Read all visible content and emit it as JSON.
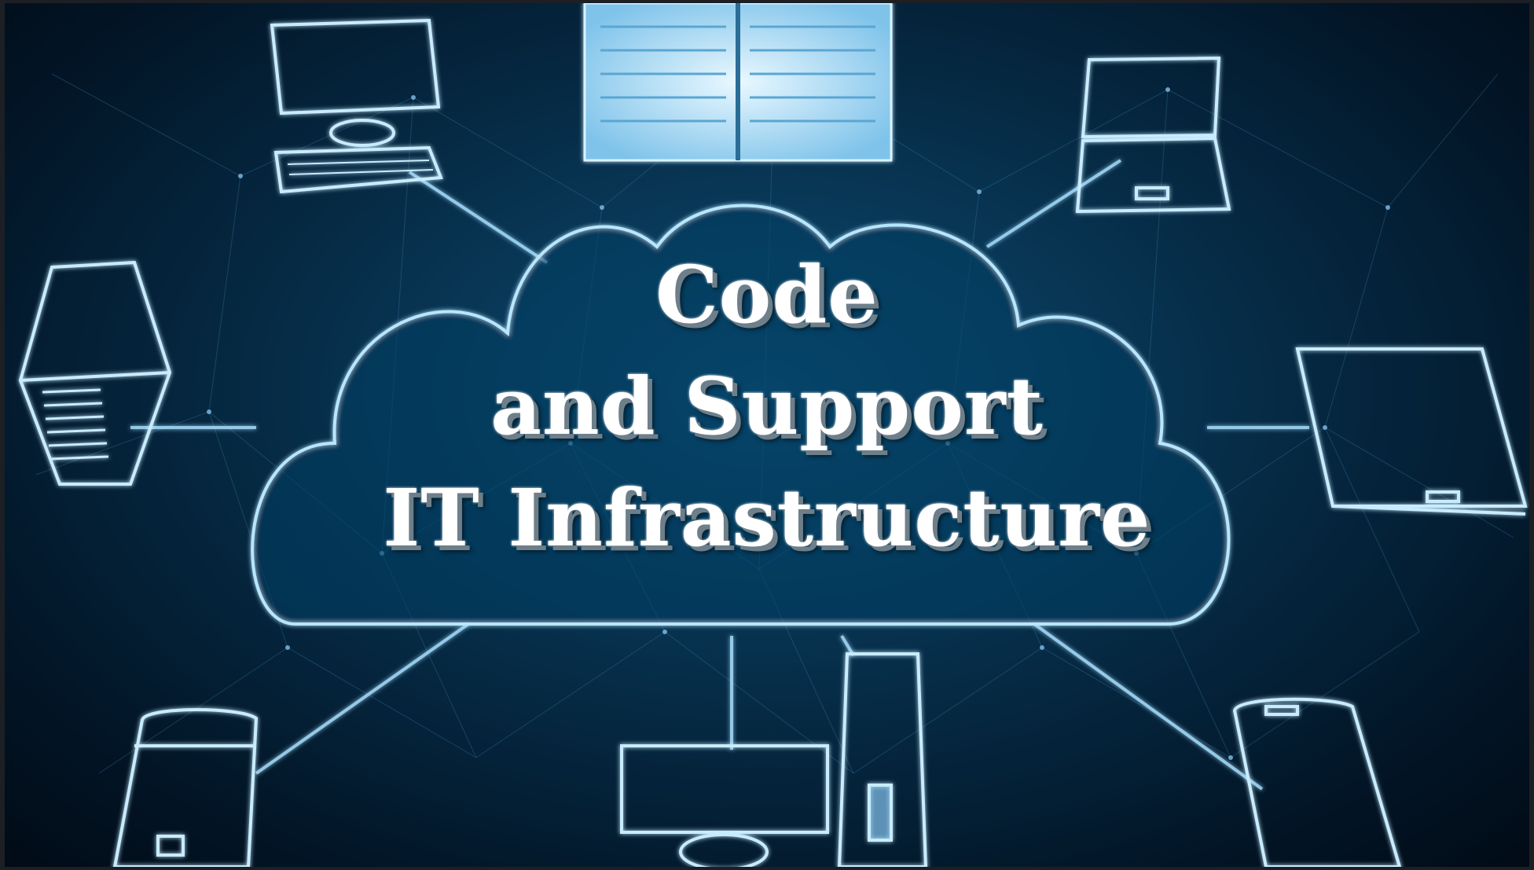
{
  "headline": {
    "line1": "Code",
    "line2": "and Support",
    "line3": "IT Infrastructure"
  },
  "icons": {
    "top_left": "desktop-computer-icon",
    "top_center": "server-rack-icon",
    "top_right": "laptop-icon",
    "mid_left": "tower-server-icon",
    "mid_right": "laptop-icon",
    "bottom_left": "smartphone-icon",
    "bottom_center_left": "desktop-monitor-icon",
    "bottom_center": "tower-server-icon",
    "bottom_right": "smartphone-icon",
    "center": "cloud-icon"
  },
  "colors": {
    "background_dark": "#021526",
    "background_glow": "#0d4d73",
    "line_glow": "#9fdcff",
    "text": "#ffffff"
  }
}
